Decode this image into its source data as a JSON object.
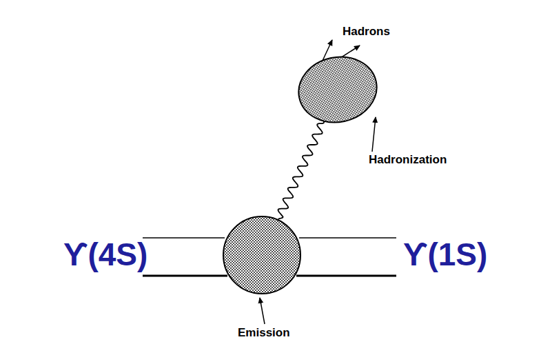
{
  "diagram": {
    "nodes": [
      {
        "text": [
          "Emission"
        ]
      },
      {
        "text": [
          "Hadronization"
        ]
      }
    ],
    "edges": [
      {
        "from": 0,
        "to": 1,
        "arrow": "none"
      }
    ],
    "labels": [
      "Hadrons",
      "ϒ(4S)",
      "ϒ(1S)"
    ]
  }
}
